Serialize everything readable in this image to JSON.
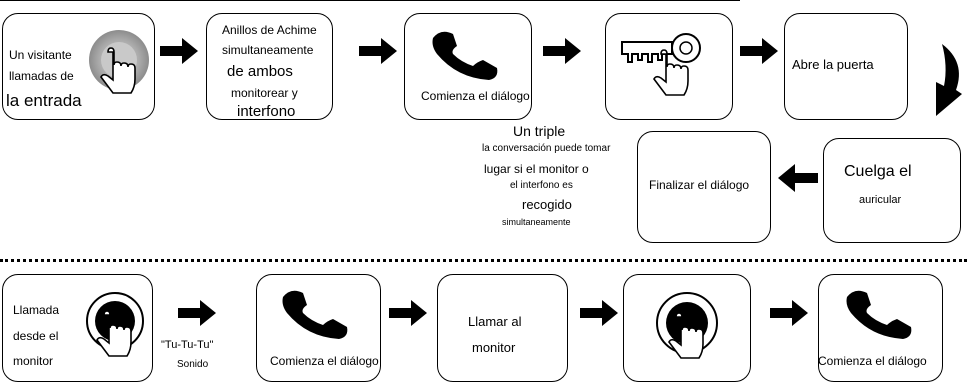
{
  "row1": {
    "box1": {
      "line1": "Un visitante",
      "line2": "llamadas de",
      "line3": "la entrada"
    },
    "box2": {
      "line1": "Anillos de Achime",
      "line2": "simultaneamente",
      "line3": "de ambos",
      "line4": "monitorear y",
      "line5": "interfono"
    },
    "box3": {
      "label": "Comienza el diálogo"
    },
    "box5": {
      "label": "Abre la puerta"
    }
  },
  "row2": {
    "note": {
      "line1": "Un triple",
      "line2": "la conversación puede tomar",
      "line3": "lugar si el monitor o",
      "line4": "el interfono es",
      "line5": "recogido",
      "line6": "simultaneamente"
    },
    "box_end": {
      "label": "Finalizar el diálogo"
    },
    "box_hang": {
      "line1": "Cuelga el",
      "line2": "auricular"
    }
  },
  "row3": {
    "box1": {
      "line1": "Llamada",
      "line2": "desde el",
      "line3": "monitor"
    },
    "sound": {
      "line1": "\"Tu-Tu-Tu\"",
      "line2": "Sonido"
    },
    "box3": {
      "label": "Comienza el diálogo"
    },
    "box4": {
      "line1": "Llamar al",
      "line2": "monitor"
    },
    "box6": {
      "label": "Comienza el diálogo"
    }
  },
  "icons": [
    "press-button-icon",
    "phone-handset-icon",
    "key-hand-icon",
    "curved-arrow-icon",
    "arrow-right-icon",
    "arrow-left-icon"
  ]
}
